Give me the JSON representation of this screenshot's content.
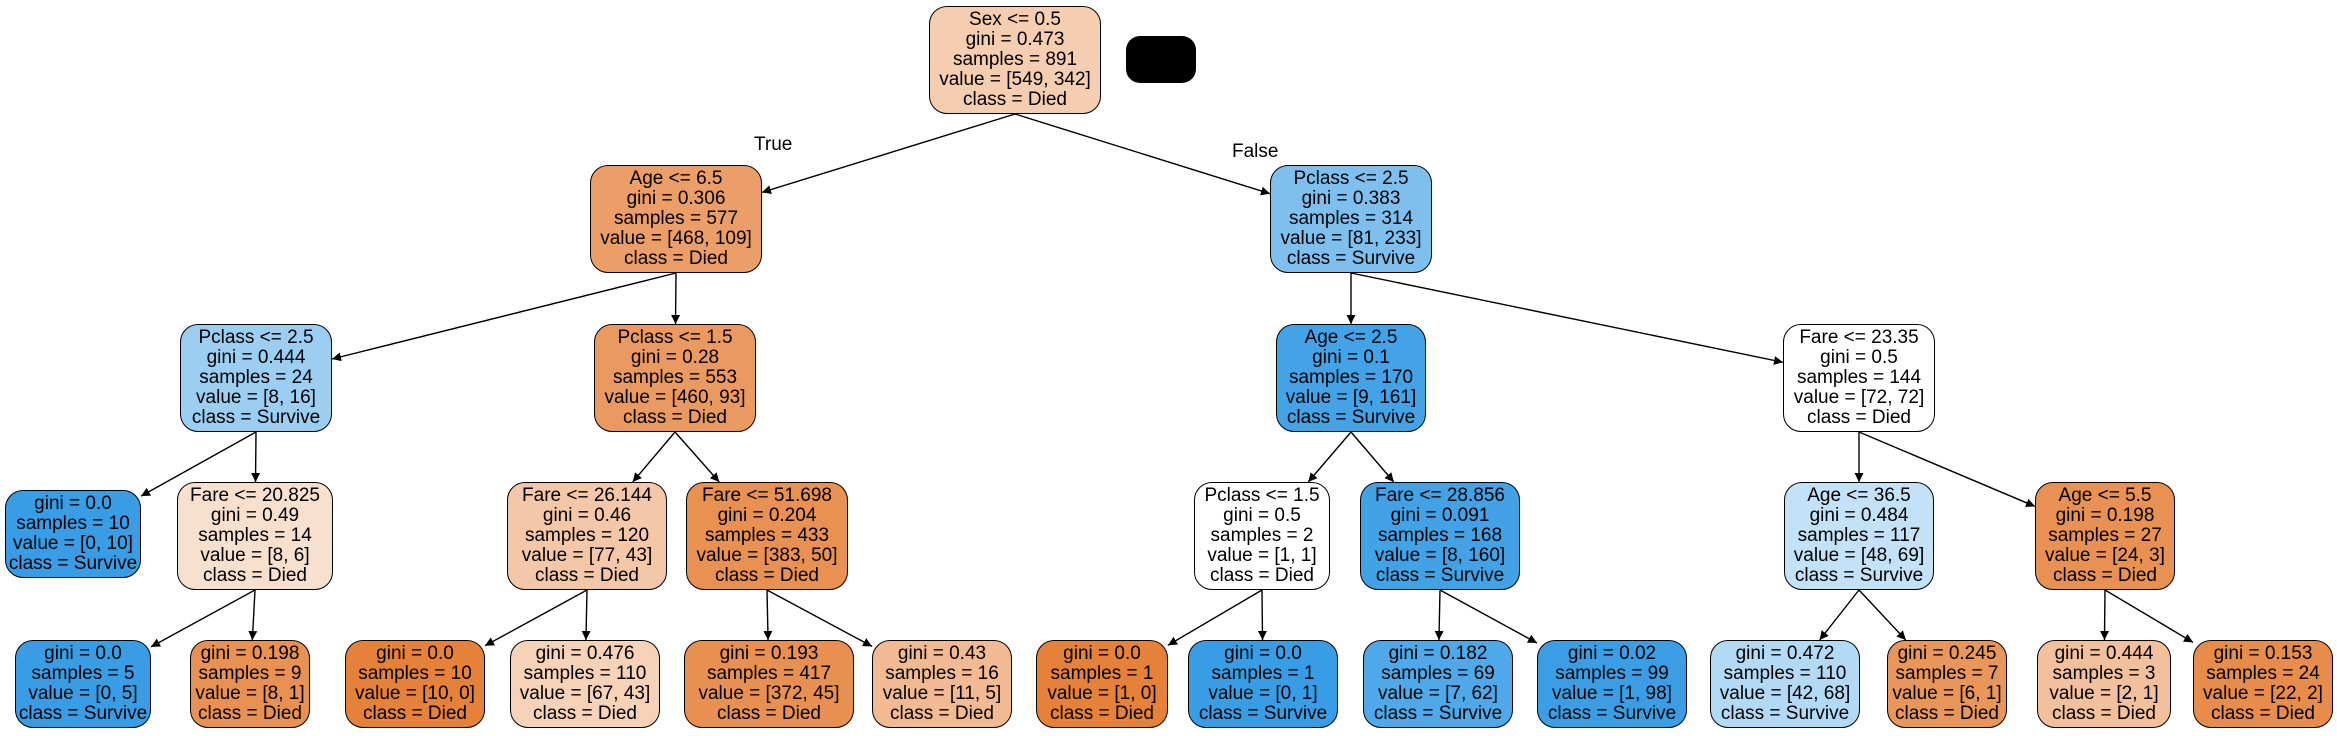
{
  "colors": {
    "died_strong": "#e58139",
    "survive_strong": "#399de5",
    "edge": "#000000",
    "redaction": "#000000"
  },
  "edge_labels": {
    "true_label": "True",
    "false_label": "False"
  },
  "nodes": [
    {
      "id": "n0",
      "lines": [
        "Sex <= 0.5",
        "gini = 0.473",
        "samples = 891",
        "value = [549, 342]",
        "class = Died"
      ],
      "fill": "#f5cdb0"
    },
    {
      "id": "n1",
      "lines": [
        "Age <= 6.5",
        "gini = 0.306",
        "samples = 577",
        "value = [468, 109]",
        "class = Died"
      ],
      "fill": "#eb9e67"
    },
    {
      "id": "n2",
      "lines": [
        "Pclass <= 2.5",
        "gini = 0.444",
        "samples = 24",
        "value = [8, 16]",
        "class = Survive"
      ],
      "fill": "#9ccef2"
    },
    {
      "id": "n3",
      "lines": [
        "gini = 0.0",
        "samples = 10",
        "value = [0, 10]",
        "class = Survive"
      ],
      "fill": "#399de5"
    },
    {
      "id": "n4",
      "lines": [
        "Fare <= 20.825",
        "gini = 0.49",
        "samples = 14",
        "value = [8, 6]",
        "class = Died"
      ],
      "fill": "#f8e0ce"
    },
    {
      "id": "n5",
      "lines": [
        "gini = 0.0",
        "samples = 5",
        "value = [0, 5]",
        "class = Survive"
      ],
      "fill": "#399de5"
    },
    {
      "id": "n6",
      "lines": [
        "gini = 0.198",
        "samples = 9",
        "value = [8, 1]",
        "class = Died"
      ],
      "fill": "#e89152"
    },
    {
      "id": "n7",
      "lines": [
        "Pclass <= 1.5",
        "gini = 0.28",
        "samples = 553",
        "value = [460, 93]",
        "class = Died"
      ],
      "fill": "#ea9a61"
    },
    {
      "id": "n8",
      "lines": [
        "Fare <= 26.144",
        "gini = 0.46",
        "samples = 120",
        "value = [77, 43]",
        "class = Died"
      ],
      "fill": "#f4c7a8"
    },
    {
      "id": "n9",
      "lines": [
        "gini = 0.0",
        "samples = 10",
        "value = [10, 0]",
        "class = Died"
      ],
      "fill": "#e58139"
    },
    {
      "id": "n10",
      "lines": [
        "gini = 0.476",
        "samples = 110",
        "value = [67, 43]",
        "class = Died"
      ],
      "fill": "#f6d2b8"
    },
    {
      "id": "n11",
      "lines": [
        "Fare <= 51.698",
        "gini = 0.204",
        "samples = 433",
        "value = [383, 50]",
        "class = Died"
      ],
      "fill": "#e89153"
    },
    {
      "id": "n12",
      "lines": [
        "gini = 0.193",
        "samples = 417",
        "value = [372, 45]",
        "class = Died"
      ],
      "fill": "#e89051"
    },
    {
      "id": "n13",
      "lines": [
        "gini = 0.43",
        "samples = 16",
        "value = [11, 5]",
        "class = Died"
      ],
      "fill": "#f1ba93"
    },
    {
      "id": "n14",
      "lines": [
        "Pclass <= 2.5",
        "gini = 0.383",
        "samples = 314",
        "value = [81, 233]",
        "class = Survive"
      ],
      "fill": "#7ebfee"
    },
    {
      "id": "n15",
      "lines": [
        "Age <= 2.5",
        "gini = 0.1",
        "samples = 170",
        "value = [9, 161]",
        "class = Survive"
      ],
      "fill": "#44a2e6"
    },
    {
      "id": "n16",
      "lines": [
        "Pclass <= 1.5",
        "gini = 0.5",
        "samples = 2",
        "value = [1, 1]",
        "class = Died"
      ],
      "fill": "#ffffff"
    },
    {
      "id": "n17",
      "lines": [
        "gini = 0.0",
        "samples = 1",
        "value = [1, 0]",
        "class = Died"
      ],
      "fill": "#e58139"
    },
    {
      "id": "n18",
      "lines": [
        "gini = 0.0",
        "samples = 1",
        "value = [0, 1]",
        "class = Survive"
      ],
      "fill": "#399de5"
    },
    {
      "id": "n19",
      "lines": [
        "Fare <= 28.856",
        "gini = 0.091",
        "samples = 168",
        "value = [8, 160]",
        "class = Survive"
      ],
      "fill": "#43a2e6"
    },
    {
      "id": "n20",
      "lines": [
        "gini = 0.182",
        "samples = 69",
        "value = [7, 62]",
        "class = Survive"
      ],
      "fill": "#4fa8e8"
    },
    {
      "id": "n21",
      "lines": [
        "gini = 0.02",
        "samples = 99",
        "value = [1, 98]",
        "class = Survive"
      ],
      "fill": "#3b9ee5"
    },
    {
      "id": "n22",
      "lines": [
        "Fare <= 23.35",
        "gini = 0.5",
        "samples = 144",
        "value = [72, 72]",
        "class = Died"
      ],
      "fill": "#ffffff"
    },
    {
      "id": "n23",
      "lines": [
        "Age <= 36.5",
        "gini = 0.484",
        "samples = 117",
        "value = [48, 69]",
        "class = Survive"
      ],
      "fill": "#c3e1f7"
    },
    {
      "id": "n24",
      "lines": [
        "gini = 0.472",
        "samples = 110",
        "value = [42, 68]",
        "class = Survive"
      ],
      "fill": "#b3daf5"
    },
    {
      "id": "n25",
      "lines": [
        "gini = 0.245",
        "samples = 7",
        "value = [6, 1]",
        "class = Died"
      ],
      "fill": "#e9965a"
    },
    {
      "id": "n26",
      "lines": [
        "Age <= 5.5",
        "gini = 0.198",
        "samples = 27",
        "value = [24, 3]",
        "class = Died"
      ],
      "fill": "#e89152"
    },
    {
      "id": "n27",
      "lines": [
        "gini = 0.444",
        "samples = 3",
        "value = [2, 1]",
        "class = Died"
      ],
      "fill": "#f2c09c"
    },
    {
      "id": "n28",
      "lines": [
        "gini = 0.153",
        "samples = 24",
        "value = [22, 2]",
        "class = Died"
      ],
      "fill": "#e78c4b"
    }
  ],
  "edges": [
    [
      "n0",
      "n1"
    ],
    [
      "n0",
      "n14"
    ],
    [
      "n1",
      "n2"
    ],
    [
      "n1",
      "n7"
    ],
    [
      "n2",
      "n3"
    ],
    [
      "n2",
      "n4"
    ],
    [
      "n4",
      "n5"
    ],
    [
      "n4",
      "n6"
    ],
    [
      "n7",
      "n8"
    ],
    [
      "n7",
      "n11"
    ],
    [
      "n8",
      "n9"
    ],
    [
      "n8",
      "n10"
    ],
    [
      "n11",
      "n12"
    ],
    [
      "n11",
      "n13"
    ],
    [
      "n14",
      "n15"
    ],
    [
      "n14",
      "n22"
    ],
    [
      "n15",
      "n16"
    ],
    [
      "n15",
      "n19"
    ],
    [
      "n16",
      "n17"
    ],
    [
      "n16",
      "n18"
    ],
    [
      "n19",
      "n20"
    ],
    [
      "n19",
      "n21"
    ],
    [
      "n22",
      "n23"
    ],
    [
      "n22",
      "n26"
    ],
    [
      "n23",
      "n24"
    ],
    [
      "n23",
      "n25"
    ],
    [
      "n26",
      "n27"
    ],
    [
      "n26",
      "n28"
    ]
  ]
}
